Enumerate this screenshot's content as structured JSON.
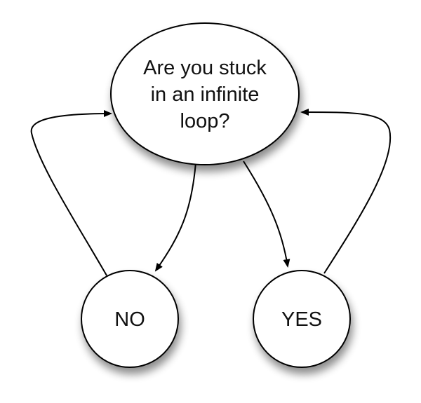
{
  "diagram": {
    "question": {
      "line1": "Are you stuck",
      "line2": "in an infinite",
      "line3": "loop?"
    },
    "no_label": "NO",
    "yes_label": "YES"
  }
}
